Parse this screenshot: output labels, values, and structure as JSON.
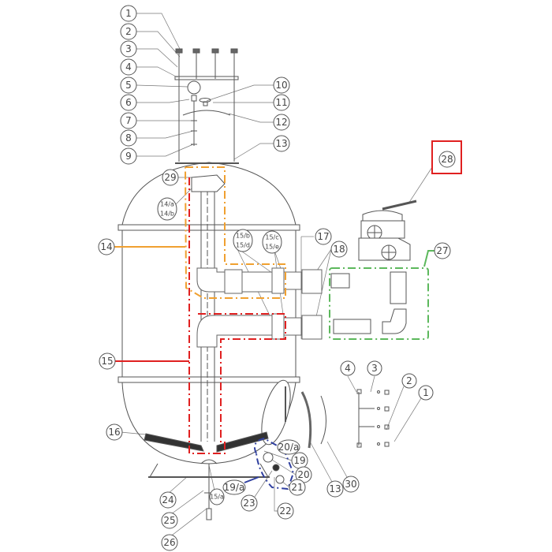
{
  "title": "Filter exploded parts diagram",
  "colors": {
    "group14": "#f0a030",
    "group15": "#e02020",
    "group27": "#5cb85c",
    "group19a": "#3040a0",
    "highlight28": "#e02020",
    "line": "#555555"
  },
  "callouts": {
    "c1": "1",
    "c2": "2",
    "c3": "3",
    "c4": "4",
    "c5": "5",
    "c6": "6",
    "c7": "7",
    "c8": "8",
    "c9": "9",
    "c10": "10",
    "c11": "11",
    "c12": "12",
    "c13": "13",
    "c29": "29",
    "c14ab_1": "14/a",
    "c14ab_2": "14/b",
    "c14": "14",
    "c15": "15",
    "c15bd_1": "15/b",
    "c15bd_2": "15/d",
    "c15ce_1": "15/c",
    "c15ce_2": "15/e",
    "c17": "17",
    "c18": "18",
    "c27": "27",
    "c28": "28",
    "c16": "16",
    "c20a": "20/a",
    "c19": "19",
    "c20": "20",
    "c21": "21",
    "c19a": "19/a",
    "c23": "23",
    "c22": "22",
    "c24": "24",
    "c25": "25",
    "c26": "26",
    "c15a": "15/a",
    "c13b": "13",
    "c30": "30",
    "r4": "4",
    "r3": "3",
    "r2": "2",
    "r1": "1"
  }
}
